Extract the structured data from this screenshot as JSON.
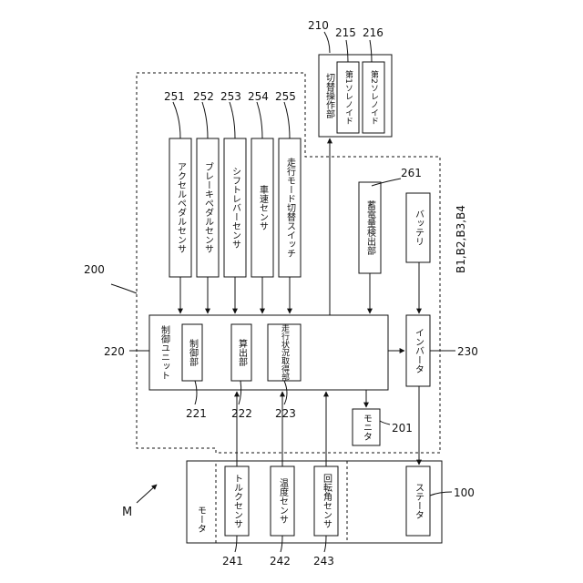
{
  "diagram": {
    "marker": "M",
    "refs": {
      "r200": "200",
      "r210": "210",
      "r215": "215",
      "r216": "216",
      "r220": "220",
      "r221": "221",
      "r222": "222",
      "r223": "223",
      "r230": "230",
      "r201": "201",
      "r100": "100",
      "r261": "261",
      "r251": "251",
      "r252": "252",
      "r253": "253",
      "r254": "254",
      "r255": "255",
      "r241": "241",
      "r242": "242",
      "r243": "243",
      "batteries": "B1,B2,B3,B4"
    },
    "labels": {
      "switching_unit": "切替操作部",
      "solenoid1": "第1ソレノイド",
      "solenoid2": "第2ソレノイド",
      "accel_sensor": "アクセルペダルセンサ",
      "brake_sensor": "ブレーキペダルセンサ",
      "shift_sensor": "シフトレバーセンサ",
      "speed_sensor": "車速センサ",
      "mode_switch": "走行モード切替スイッチ",
      "charge_detector": "蓄電量検出部",
      "battery": "バッテリ",
      "control_unit": "制御ユニット",
      "controller": "制御部",
      "calculator": "算出部",
      "state_acquirer": "走行状況取得部",
      "inverter": "インバータ",
      "monitor": "モニタ",
      "motor": "モータ",
      "torque_sensor": "トルクセンサ",
      "temp_sensor": "温度センサ",
      "angle_sensor": "回転角センサ",
      "stator": "ステータ"
    }
  }
}
